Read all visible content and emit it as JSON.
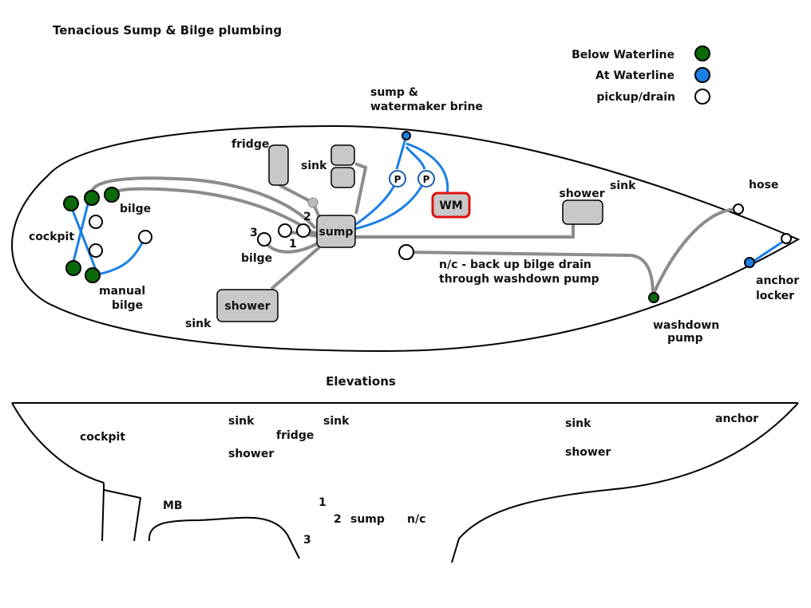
{
  "title": "Tenacious Sump & Bilge plumbing",
  "legend": [
    {
      "label": "Below Waterline",
      "color": "#0a6a0a"
    },
    {
      "label": "At Waterline",
      "color": "#1a7fe6"
    },
    {
      "label": "pickup/drain",
      "color": "#ffffff"
    }
  ],
  "colors": {
    "pipe_grey": "#8c8c8c",
    "pipe_blue": "#1a7fe6",
    "box_grey": "#c8c8c8",
    "wm_border": "#e01010",
    "below_waterline": "#0a6a0a",
    "at_waterline": "#1a7fe6"
  },
  "plan_labels": {
    "sump_brine": [
      "sump &",
      "watermaker brine"
    ],
    "fridge": "fridge",
    "sink_mid": "sink",
    "sink_fwd": "sink",
    "sink_aft": "sink",
    "bilge_top": "bilge",
    "bilge_mid": "bilge",
    "cockpit": "cockpit",
    "manual_bilge": [
      "manual",
      "bilge"
    ],
    "num_1": "1",
    "num_2": "2",
    "num_3": "3",
    "nc_note": [
      "n/c - back up bilge drain",
      "through washdown pump"
    ],
    "washdown_pump": [
      "washdown",
      "pump"
    ],
    "hose": "hose",
    "anchor_locker": [
      "anchor",
      "locker"
    ]
  },
  "boxes": {
    "sump": "sump",
    "shower_aft": "shower",
    "shower_fwd": "shower",
    "wm": "WM",
    "pump": "P"
  },
  "elevations": {
    "title": "Elevations",
    "labels": {
      "cockpit": "cockpit",
      "sink_a": "sink",
      "shower_a": "shower",
      "fridge": "fridge",
      "sink_b": "sink",
      "sink_c": "sink",
      "shower_b": "shower",
      "anchor": "anchor",
      "mb": "MB",
      "n1": "1",
      "n2": "2",
      "sump": "sump",
      "nc": "n/c",
      "n3": "3"
    }
  }
}
